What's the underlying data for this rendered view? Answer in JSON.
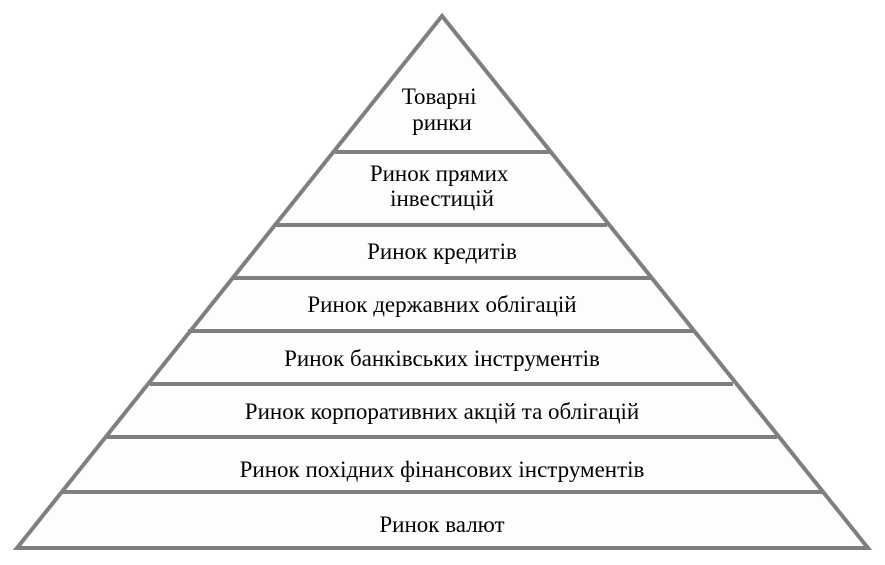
{
  "pyramid": {
    "levels": [
      {
        "lines": [
          "Товарні",
          "ринки"
        ]
      },
      {
        "lines": [
          "Ринок прямих",
          "інвестицій"
        ]
      },
      {
        "lines": [
          "Ринок кредитів"
        ]
      },
      {
        "lines": [
          "Ринок державних облігацій"
        ]
      },
      {
        "lines": [
          "Ринок банківських інструментів"
        ]
      },
      {
        "lines": [
          "Ринок корпоративних акцій та облігацій"
        ]
      },
      {
        "lines": [
          "Ринок похідних фінансових інструментів"
        ]
      },
      {
        "lines": [
          "Ринок валют"
        ]
      }
    ],
    "colors": {
      "outline": "#7f7f7f",
      "fill": "#fdfdfd",
      "text": "#000000"
    }
  }
}
